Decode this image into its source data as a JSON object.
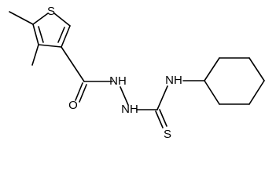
{
  "molecule": {
    "atoms": {
      "thiophene_sulfur": "S",
      "carbonyl_oxygen": "O",
      "hydrazide_nh_1": "NH",
      "hydrazide_nh_2": "NH",
      "thioamide_nh": "NH",
      "thione_sulfur": "S"
    }
  }
}
